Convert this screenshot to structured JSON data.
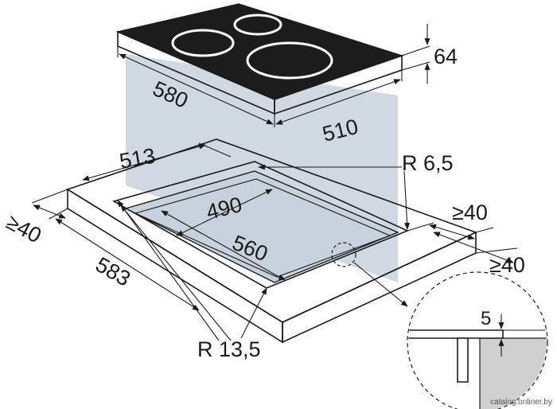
{
  "dimensions": {
    "hob_height": "64",
    "hob_depth": "580",
    "hob_width": "510",
    "cutout_outer_width": "513",
    "corner_radius_small": "R 6,5",
    "clearance_right": "≥40",
    "clearance_front_right": "≥40",
    "clearance_left": "≥40",
    "cutout_inner_width": "490",
    "cutout_inner_depth": "560",
    "cutout_outer_depth": "583",
    "corner_radius_large": "R 13,5",
    "detail_step": "5"
  },
  "watermark": "catalog.onliner.by",
  "colors": {
    "hob_glass": "#1c1c1c",
    "zone_ring": "#ffffff",
    "projection": "#c8d2dc",
    "detail_fill": "#d0d0d0",
    "ink": "#1a1a1a"
  }
}
